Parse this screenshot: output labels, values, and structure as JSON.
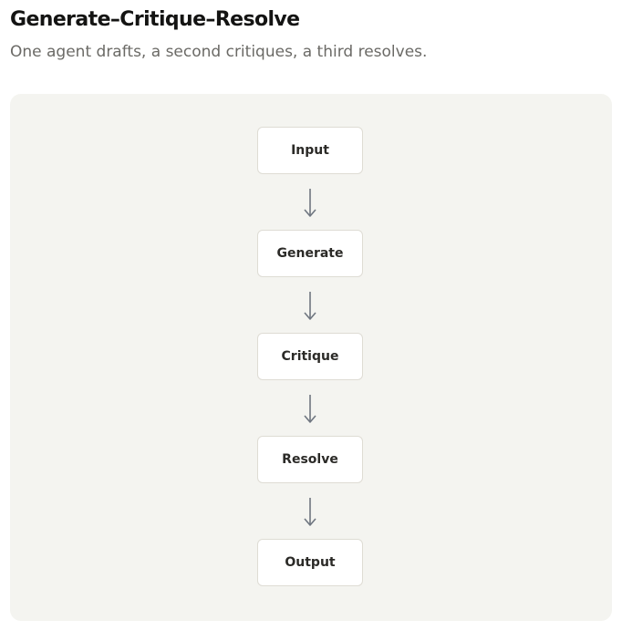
{
  "header": {
    "title": "Generate–Critique–Resolve",
    "subtitle": "One agent drafts, a second critiques, a third resolves."
  },
  "diagram": {
    "nodes": [
      {
        "label": "Input"
      },
      {
        "label": "Generate"
      },
      {
        "label": "Critique"
      },
      {
        "label": "Resolve"
      },
      {
        "label": "Output"
      }
    ],
    "edges": [
      {
        "from": "Input",
        "to": "Generate"
      },
      {
        "from": "Generate",
        "to": "Critique"
      },
      {
        "from": "Critique",
        "to": "Resolve"
      },
      {
        "from": "Resolve",
        "to": "Output"
      }
    ],
    "colors": {
      "panel_background": "#f4f4f0",
      "node_background": "#ffffff",
      "node_border": "#dedcd4",
      "arrow": "#6f7680"
    }
  }
}
